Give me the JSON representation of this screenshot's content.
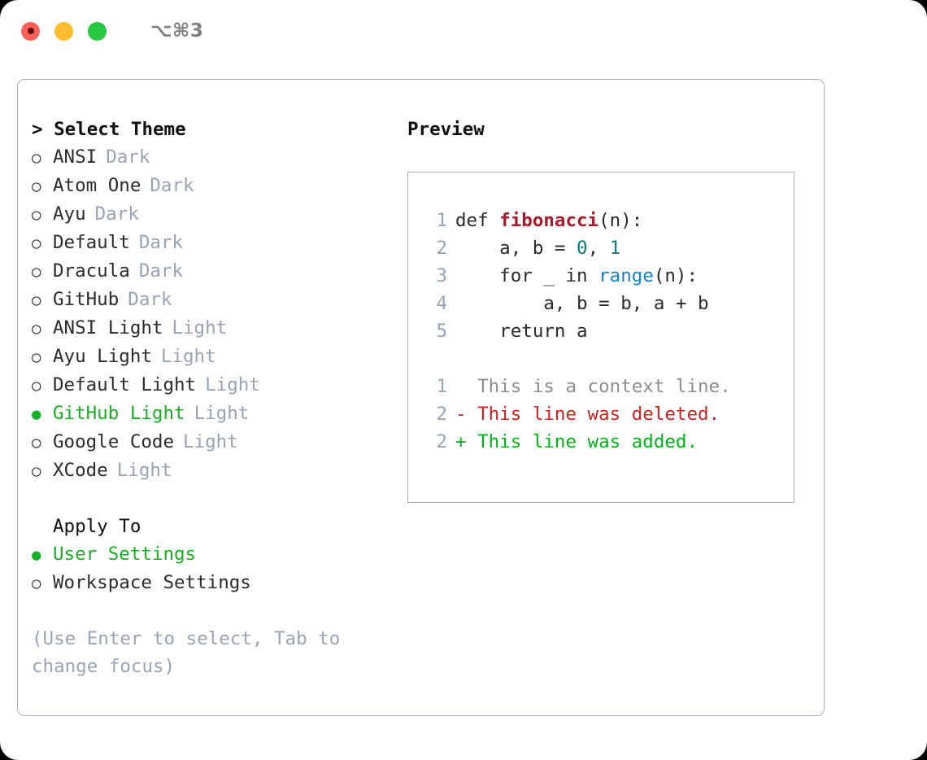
{
  "titlebar": {
    "dots": [
      "close-red",
      "minimize-yellow",
      "zoom-green"
    ],
    "shortcut": "⌥⌘3"
  },
  "theme_picker": {
    "heading": "> Select Theme",
    "bullet_unselected": "○",
    "bullet_selected": "●",
    "items": [
      {
        "label": "ANSI",
        "variant": "Dark",
        "selected": false
      },
      {
        "label": "Atom One",
        "variant": "Dark",
        "selected": false
      },
      {
        "label": "Ayu",
        "variant": "Dark",
        "selected": false
      },
      {
        "label": "Default",
        "variant": "Dark",
        "selected": false
      },
      {
        "label": "Dracula",
        "variant": "Dark",
        "selected": false
      },
      {
        "label": "GitHub",
        "variant": "Dark",
        "selected": false
      },
      {
        "label": "ANSI Light",
        "variant": "Light",
        "selected": false
      },
      {
        "label": "Ayu Light",
        "variant": "Light",
        "selected": false
      },
      {
        "label": "Default Light",
        "variant": "Light",
        "selected": false
      },
      {
        "label": "GitHub Light",
        "variant": "Light",
        "selected": true
      },
      {
        "label": "Google Code",
        "variant": "Light",
        "selected": false
      },
      {
        "label": "XCode",
        "variant": "Light",
        "selected": false
      }
    ]
  },
  "apply_to": {
    "heading": "Apply To",
    "items": [
      {
        "label": "User Settings",
        "selected": true
      },
      {
        "label": "Workspace Settings",
        "selected": false
      }
    ]
  },
  "hint": "(Use Enter to select, Tab to change focus)",
  "preview": {
    "title": "Preview",
    "code_lines": [
      {
        "no": "1",
        "tokens": [
          {
            "text": "def ",
            "type": "plain"
          },
          {
            "text": "fibonacci",
            "type": "fn"
          },
          {
            "text": "(n):",
            "type": "plain"
          }
        ]
      },
      {
        "no": "2",
        "tokens": [
          {
            "text": "    a, b = ",
            "type": "plain"
          },
          {
            "text": "0",
            "type": "num"
          },
          {
            "text": ", ",
            "type": "plain"
          },
          {
            "text": "1",
            "type": "num"
          }
        ]
      },
      {
        "no": "3",
        "tokens": [
          {
            "text": "    for _ in ",
            "type": "plain"
          },
          {
            "text": "range",
            "type": "builtin"
          },
          {
            "text": "(n):",
            "type": "plain"
          }
        ]
      },
      {
        "no": "4",
        "tokens": [
          {
            "text": "        a, b = b, a + b",
            "type": "plain"
          }
        ]
      },
      {
        "no": "5",
        "tokens": [
          {
            "text": "    return a",
            "type": "plain"
          }
        ]
      }
    ],
    "diff_lines": [
      {
        "no": "1",
        "marker": "  ",
        "text": "This is a context line.",
        "kind": "context"
      },
      {
        "no": "2",
        "marker": "- ",
        "text": "This line was deleted.",
        "kind": "deleted"
      },
      {
        "no": "2",
        "marker": "+ ",
        "text": "This line was added.",
        "kind": "added"
      }
    ]
  },
  "colors": {
    "accent_green": "#17b024",
    "muted": "#9aa3b2",
    "border": "#a7b0bf",
    "diff_add": "#00b418",
    "diff_del": "#cc2222",
    "token_fn": "#a61b29",
    "token_num": "#0a7a7a",
    "token_builtin": "#1283c3"
  }
}
